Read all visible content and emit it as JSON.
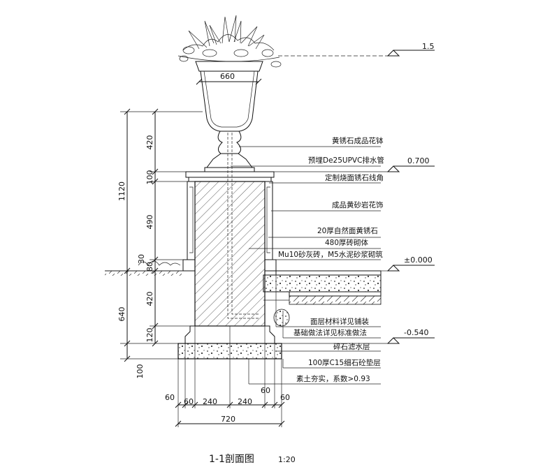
{
  "drawing": {
    "title": "1-1剖面图",
    "scale": "1:20",
    "elevations": {
      "top": "1.5",
      "cap": "0.700",
      "ground": "±0.000",
      "base": "-0.540"
    },
    "vertical_dims_outer": [
      "1120",
      "640",
      "100"
    ],
    "vertical_dims_inner": [
      "420",
      "100",
      "490",
      "30",
      "80",
      "420",
      "120"
    ],
    "horizontal_dims": {
      "pot_width": "660",
      "row1": [
        "60",
        "60",
        "240",
        "240",
        "60",
        "60"
      ],
      "total": "720"
    },
    "labels": [
      "黄锈石成品花钵",
      "预埋De25UPVC排水管",
      "定制烧面锈石线角",
      "成品黄砂岩花饰",
      "20厚自然面黄锈石",
      "480厚砖砌体",
      "Mu10砂灰砖，M5水泥砂浆砌筑",
      "面层材料详见铺装",
      "基础做法详见标准做法",
      "碎石滤水层",
      "100厚C15细石砼垫层",
      "素土夯实，系数>0.93"
    ]
  }
}
